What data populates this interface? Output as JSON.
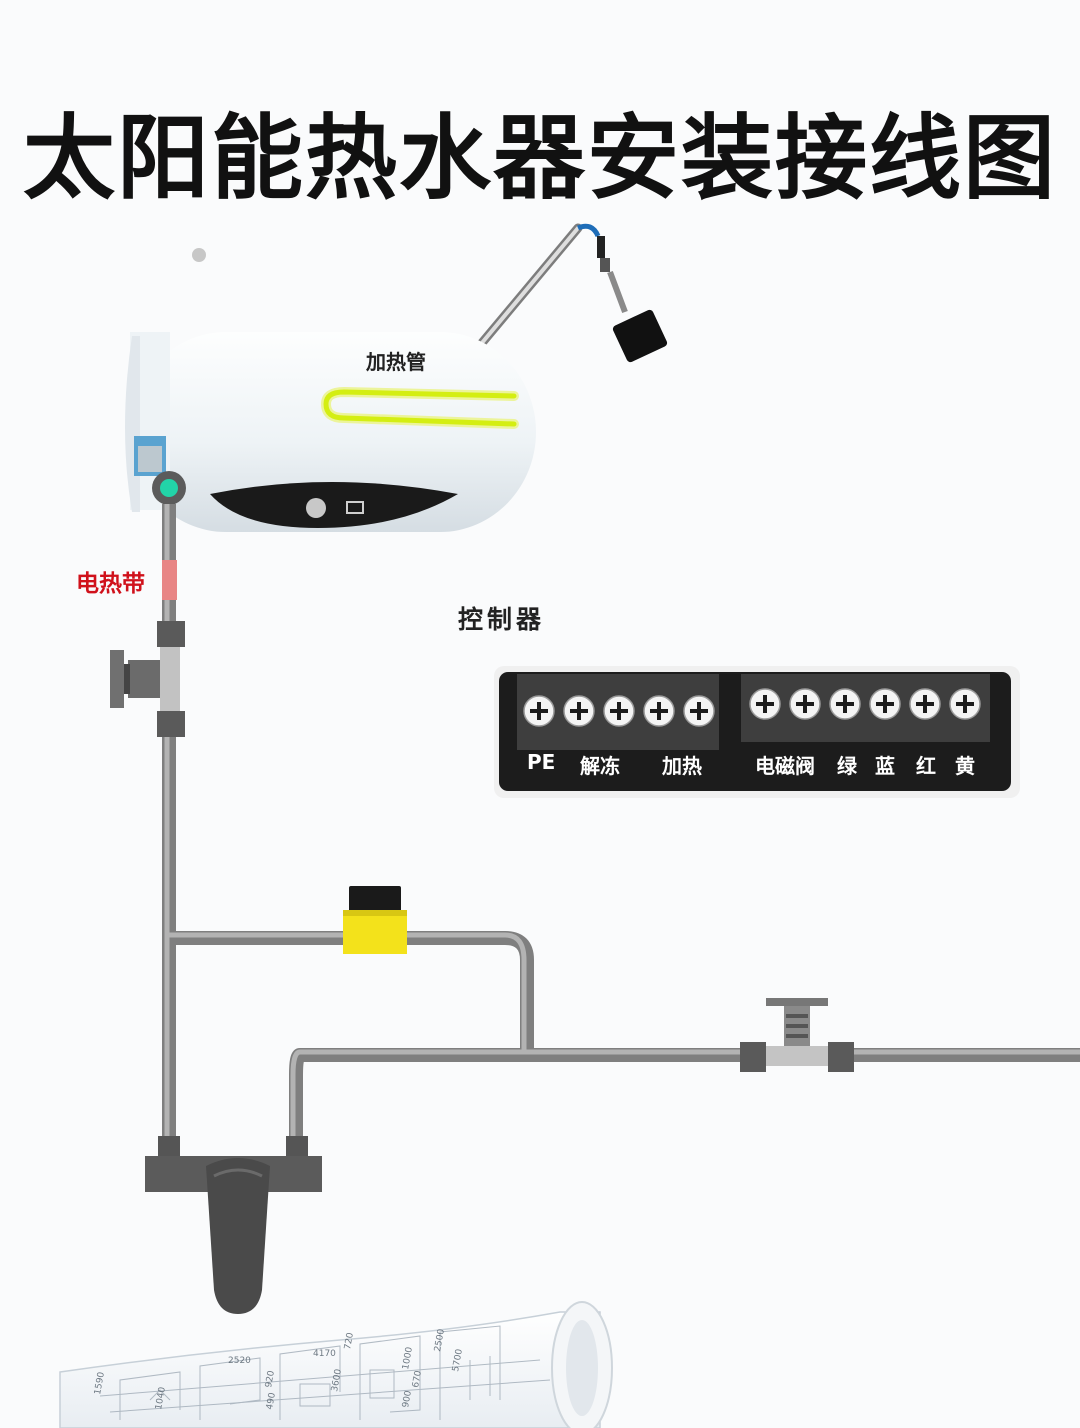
{
  "title": "太阳能热水器安装接线图",
  "labels": {
    "heating_tube": "加热管",
    "heating_band": "电热带",
    "controller": "控制器"
  },
  "controller": {
    "left_group_terminals": 5,
    "right_group_terminals": 6,
    "terminal_labels": [
      "PE",
      "解冻",
      "加热",
      "电磁阀",
      "绿",
      "蓝",
      "红",
      "黄"
    ]
  },
  "blueprint_dimensions": [
    "1590",
    "1040",
    "2520",
    "920",
    "4170",
    "490",
    "720",
    "3600",
    "2500",
    "1000",
    "670",
    "900",
    "5700"
  ],
  "colors": {
    "heating_element": "#d8f01a",
    "indicator": "#22d4a8",
    "heating_band": "#e88585",
    "controller_body": "#1c1c1c",
    "solenoid_valve": "#f3e21b",
    "pipe": "#8c8c8c"
  }
}
